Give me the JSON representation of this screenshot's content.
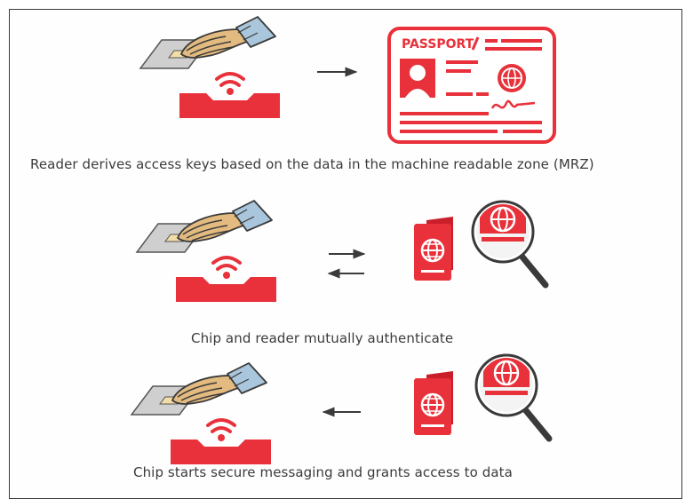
{
  "steps": [
    {
      "caption": "Reader derives access keys based on the data in the machine readable zone (MRZ)"
    },
    {
      "caption": "Chip and reader mutually authenticate"
    },
    {
      "caption": "Chip starts secure messaging and grants access to data"
    }
  ],
  "passport_card": {
    "title": "PASSPORT"
  },
  "colors": {
    "accent": "#e8313a",
    "text": "#3b3b3b",
    "frame": "#3a3a3a",
    "skin": "#e3ba7f",
    "sleeve": "#a9c6dc",
    "reader": "#cfcfcf"
  },
  "icons": [
    "hand-card-icon",
    "reader-icon",
    "wifi-icon",
    "passport-card-icon",
    "passport-booklet-icon",
    "magnifier-globe-icon",
    "arrow-right-icon",
    "arrow-left-icon"
  ]
}
